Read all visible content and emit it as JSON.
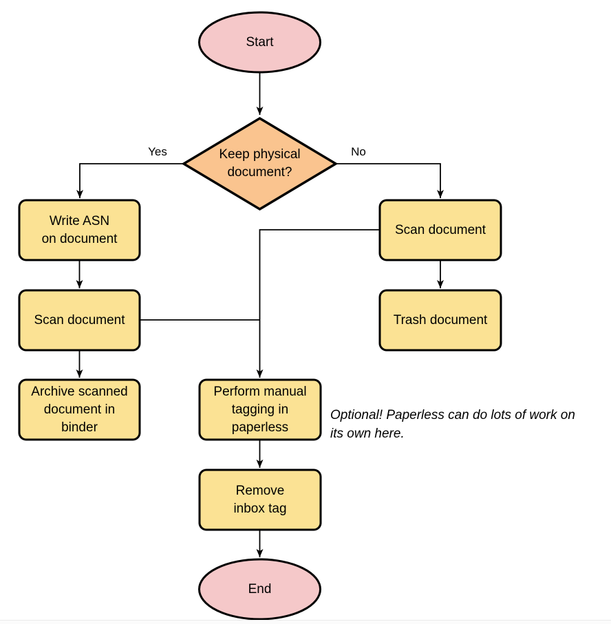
{
  "diagram": {
    "type": "flowchart",
    "nodes": {
      "start": {
        "label": "Start",
        "shape": "terminator"
      },
      "decision": {
        "label": "Keep physical\ndocument?",
        "shape": "decision"
      },
      "write_asn": {
        "label": "Write ASN\non document",
        "shape": "process"
      },
      "scan_left": {
        "label": "Scan document",
        "shape": "process"
      },
      "archive": {
        "label": "Archive scanned\ndocument in\nbinder",
        "shape": "process"
      },
      "scan_right": {
        "label": "Scan document",
        "shape": "process"
      },
      "trash": {
        "label": "Trash document",
        "shape": "process"
      },
      "tagging": {
        "label": "Perform manual\ntagging in\npaperless",
        "shape": "process"
      },
      "remove_inbox": {
        "label": "Remove\ninbox tag",
        "shape": "process"
      },
      "end": {
        "label": "End",
        "shape": "terminator"
      }
    },
    "edge_labels": {
      "yes": "Yes",
      "no": "No"
    },
    "note": "Optional! Paperless can do lots of work on\nits own here.",
    "colors": {
      "terminator_fill": "#F5C8C9",
      "decision_fill": "#FAC48F",
      "process_fill": "#FBE294",
      "stroke": "#000000"
    }
  }
}
